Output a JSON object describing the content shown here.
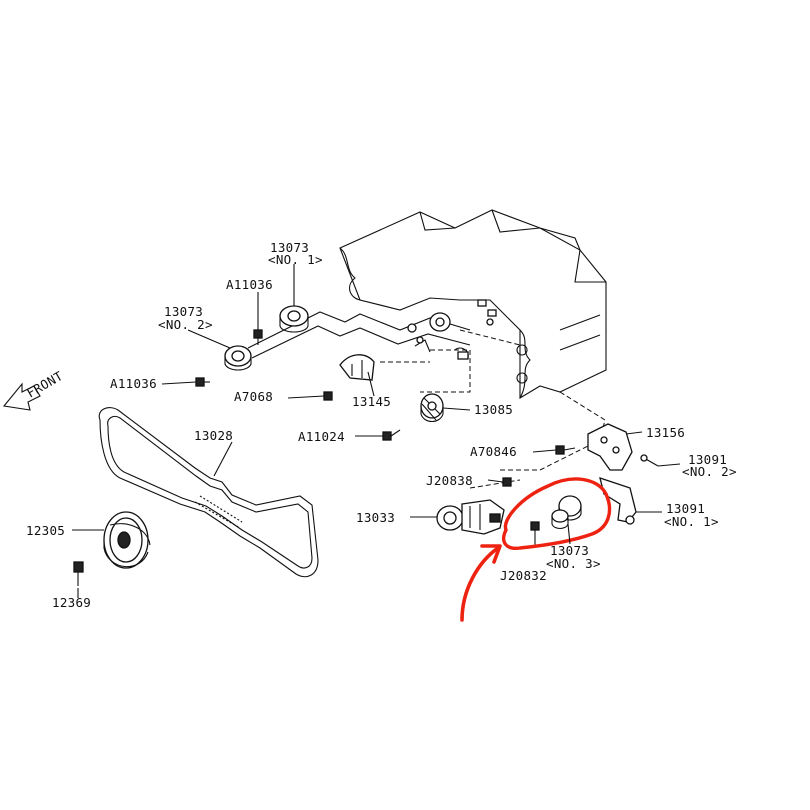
{
  "labels": {
    "p13073_no1": "13073",
    "p13073_no1_sub": "<NO. 1>",
    "a11036_top": "A11036",
    "p13073_no2": "13073",
    "p13073_no2_sub": "<NO. 2>",
    "a11036_left": "A11036",
    "a7068": "A7068",
    "p13145": "13145",
    "p13085": "13085",
    "a11024": "A11024",
    "front": "FRONT",
    "p13028": "13028",
    "p12305": "12305",
    "p12369": "12369",
    "p13156": "13156",
    "a70846": "A70846",
    "p13091_no2": "13091",
    "p13091_no2_sub": "<NO. 2>",
    "j20838": "J20838",
    "p13033": "13033",
    "p13091_no1": "13091",
    "p13091_no1_sub": "<NO. 1>",
    "p13073_no3": "13073",
    "p13073_no3_sub": "<NO. 3>",
    "j20832": "J20832"
  },
  "colors": {
    "line": "#111111",
    "highlight": "#ee2211",
    "background": "#ffffff"
  }
}
